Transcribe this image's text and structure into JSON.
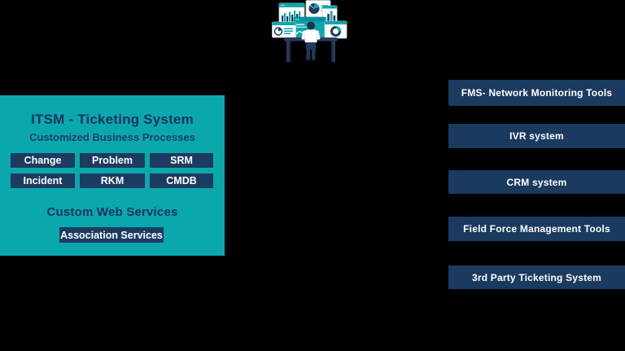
{
  "canvas": {
    "background": "#000000"
  },
  "palette": {
    "teal": "#0AA8AD",
    "navy": "#1C3B61",
    "heading_navy": "#15345B",
    "white": "#FFFFFF"
  },
  "illustration": {
    "description": "person standing at desk viewing multiple dashboard monitors",
    "icons": [
      "monitor-bar-chart-icon",
      "monitor-pie-chart-icon",
      "monitor-column-chart-icon",
      "monitor-line-chart-icon",
      "monitor-pie-report-icon",
      "monitor-donut-chart-icon",
      "desk",
      "person-figure"
    ]
  },
  "itsm_panel": {
    "title": "ITSM - Ticketing System",
    "subtitle": "Customized Business Processes",
    "modules": [
      "Change",
      "Problem",
      "SRM",
      "Incident",
      "RKM",
      "CMDB"
    ],
    "services_heading": "Custom Web Services",
    "service_button": "Association Services"
  },
  "external_systems": [
    {
      "label": "FMS- Network Monitoring Tools"
    },
    {
      "label": "IVR system"
    },
    {
      "label": "CRM system"
    },
    {
      "label": "Field Force Management Tools"
    },
    {
      "label": "3rd Party Ticketing System"
    }
  ]
}
